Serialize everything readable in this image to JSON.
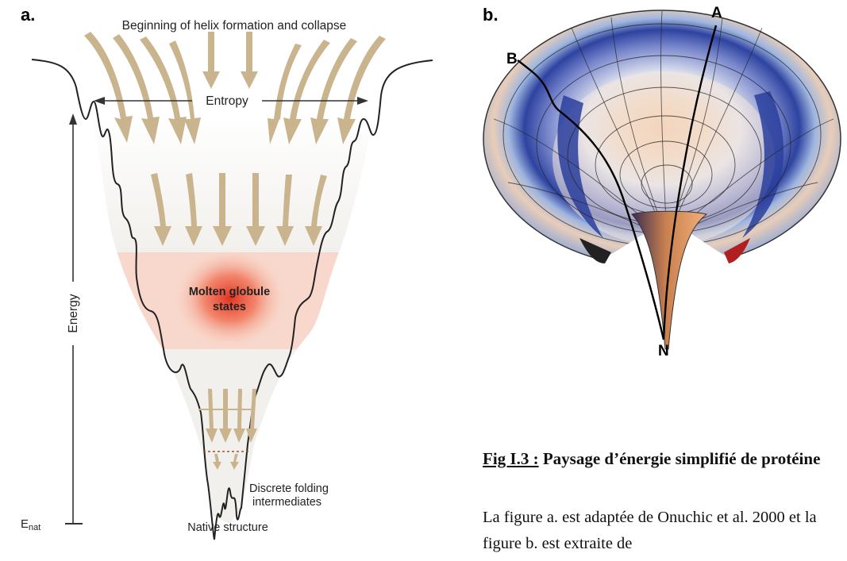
{
  "panel_a": {
    "label": "a.",
    "top_text": "Beginning of helix formation and collapse",
    "entropy": "Entropy",
    "energy": "Energy",
    "molten_line1": "Molten globule",
    "molten_line2": "states",
    "discrete_line1": "Discrete folding",
    "discrete_line2": "intermediates",
    "native": "Native structure",
    "enat_main": "E",
    "enat_sub": "nat",
    "colors": {
      "arrow": "#c9b48e",
      "band_light": "#f2f0ec",
      "band_pink": "#f8d8cc",
      "globule": "#e03020",
      "outline": "#222222"
    }
  },
  "panel_b": {
    "label": "b.",
    "label_A": "A",
    "label_B": "B",
    "label_N": "N",
    "colors": {
      "rim": "#8aa4d8",
      "deep_blue": "#2a3e9c",
      "warm": "#f0b888",
      "core": "#e07a40"
    }
  },
  "caption": {
    "fig_ref": "Fig I.3 :",
    "title_rest": " Paysage d’énergie simplifié de protéine",
    "body": "La figure a. est adaptée de Onuchic et al. 2000 et la figure b. est extraite de"
  }
}
